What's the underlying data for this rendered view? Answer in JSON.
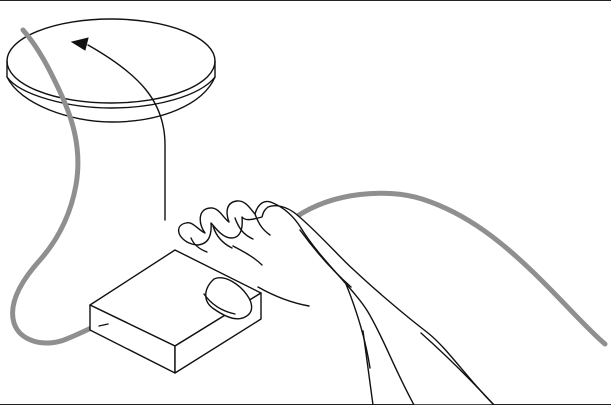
{
  "figure": {
    "background": "#ffffff",
    "line_color": "#111111",
    "cable_color": "#8f8f8f",
    "elements": {
      "disc": "flat-disc",
      "arrow": "curved-up-arrow",
      "cable": "connecting-cable",
      "box": "rectangular-device",
      "hand": "hand-pressing-device"
    }
  }
}
